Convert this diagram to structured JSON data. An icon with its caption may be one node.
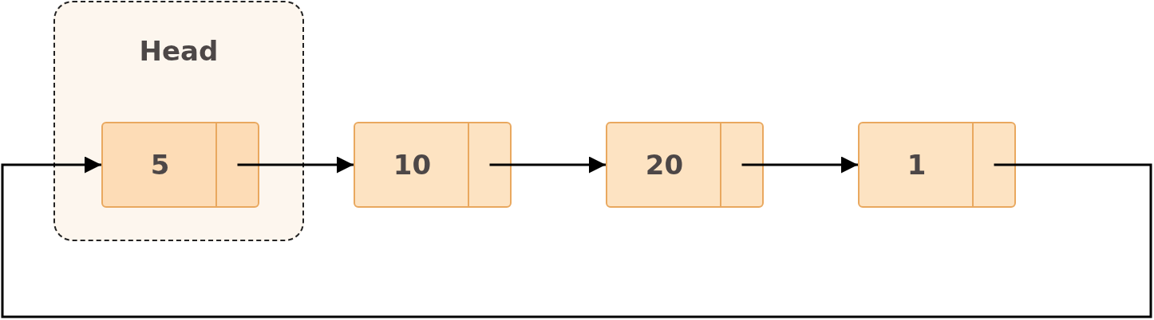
{
  "diagram": {
    "nodes": [
      {
        "text": [
          "Head"
        ]
      },
      {
        "text": [
          "5"
        ],
        "in": 0
      },
      {
        "text": [],
        "shape": "box",
        "in": 1
      },
      {
        "text": [
          "10"
        ]
      },
      {
        "text": [],
        "shape": "box",
        "in": 3
      },
      {
        "text": [
          "20"
        ]
      },
      {
        "text": [],
        "shape": "box",
        "in": 5
      },
      {
        "text": [
          "1"
        ]
      },
      {
        "text": [],
        "shape": "box",
        "in": 7
      }
    ],
    "edges": [
      {
        "from": 2,
        "to": 3,
        "arrow": "to"
      },
      {
        "from": 4,
        "to": 5,
        "arrow": "to"
      },
      {
        "from": 6,
        "to": 7,
        "arrow": "to"
      },
      {
        "from": 8,
        "to": 1,
        "arrow": "to"
      }
    ]
  }
}
